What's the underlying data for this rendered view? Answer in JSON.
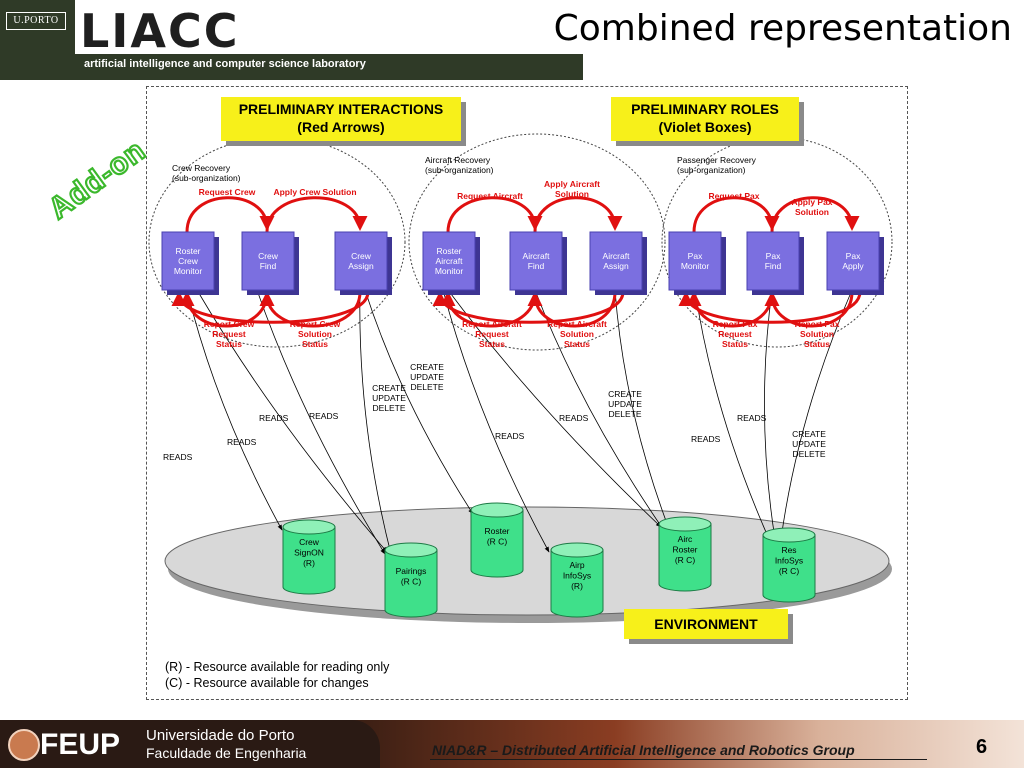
{
  "header": {
    "porto_badge": "U.PORTO",
    "logo_text": "LIACC",
    "logo_subtitle": "artificial intelligence and computer science laboratory",
    "slide_title": "Combined representation"
  },
  "diagram": {
    "add_on": "Add-on",
    "callouts": {
      "interactions": [
        "PRELIMINARY INTERACTIONS",
        "(Red Arrows)"
      ],
      "roles": [
        "PRELIMINARY ROLES",
        "(Violet Boxes)"
      ],
      "environment": "ENVIRONMENT"
    },
    "organizations": [
      {
        "title": [
          "Crew Recovery",
          "(sub-organization)"
        ],
        "boxes": [
          [
            "Roster",
            "Crew",
            "Monitor"
          ],
          [
            "Crew",
            "Find"
          ],
          [
            "Crew",
            "Assign"
          ]
        ],
        "top_labels": [
          [
            "Request Crew"
          ],
          [
            "Apply Crew Solution"
          ]
        ],
        "bottom_labels": [
          [
            "Report Crew",
            "Request",
            "Status"
          ],
          [
            "Report Crew",
            "Solution",
            "Status"
          ]
        ]
      },
      {
        "title": [
          "Aircraft Recovery",
          "(sub-organization)"
        ],
        "boxes": [
          [
            "Roster",
            "Aircraft",
            "Monitor"
          ],
          [
            "Aircraft",
            "Find"
          ],
          [
            "Aircraft",
            "Assign"
          ]
        ],
        "top_labels": [
          [
            "Request Aircraft"
          ],
          [
            "Apply Aircraft",
            "Solution"
          ]
        ],
        "bottom_labels": [
          [
            "Report Aircraft",
            "Request",
            "Status"
          ],
          [
            "Report Aircraft",
            "Solution",
            "Status"
          ]
        ]
      },
      {
        "title": [
          "Passenger Recovery",
          "(sub-organization)"
        ],
        "boxes": [
          [
            "Pax",
            "Monitor"
          ],
          [
            "Pax",
            "Find"
          ],
          [
            "Pax",
            "Apply"
          ]
        ],
        "top_labels": [
          [
            "Request Pax"
          ],
          [
            "Apply Pax",
            "Solution"
          ]
        ],
        "bottom_labels": [
          [
            "Report Pax",
            "Request",
            "Status"
          ],
          [
            "Report Pax",
            "Solution",
            "Status"
          ]
        ]
      }
    ],
    "resources": [
      [
        "Crew",
        "SignON",
        "(R)"
      ],
      [
        "Pairings",
        "(R C)"
      ],
      [
        "Roster",
        "(R C)"
      ],
      [
        "Airp",
        "InfoSys",
        "(R)"
      ],
      [
        "Airc",
        "Roster",
        "(R C)"
      ],
      [
        "Res",
        "InfoSys",
        "(R C)"
      ]
    ],
    "access_labels": {
      "reads": "READS",
      "cud": [
        "CREATE",
        "UPDATE",
        "DELETE"
      ]
    },
    "legend": [
      "(R) - Resource available for reading only",
      "(C) - Resource available for changes"
    ],
    "colors": {
      "box": "#7b6fe0",
      "arrow": "#e01010",
      "callout": "#f7f01a",
      "cylinder": "#3fe08a",
      "platform": "#d8d8d8"
    }
  },
  "footer": {
    "feup": "FEUP",
    "university": "Universidade do Porto",
    "faculty": "Faculdade de Engenharia",
    "group": "NIAD&R – Distributed Artificial Intelligence and Robotics Group",
    "page_number": "6"
  }
}
